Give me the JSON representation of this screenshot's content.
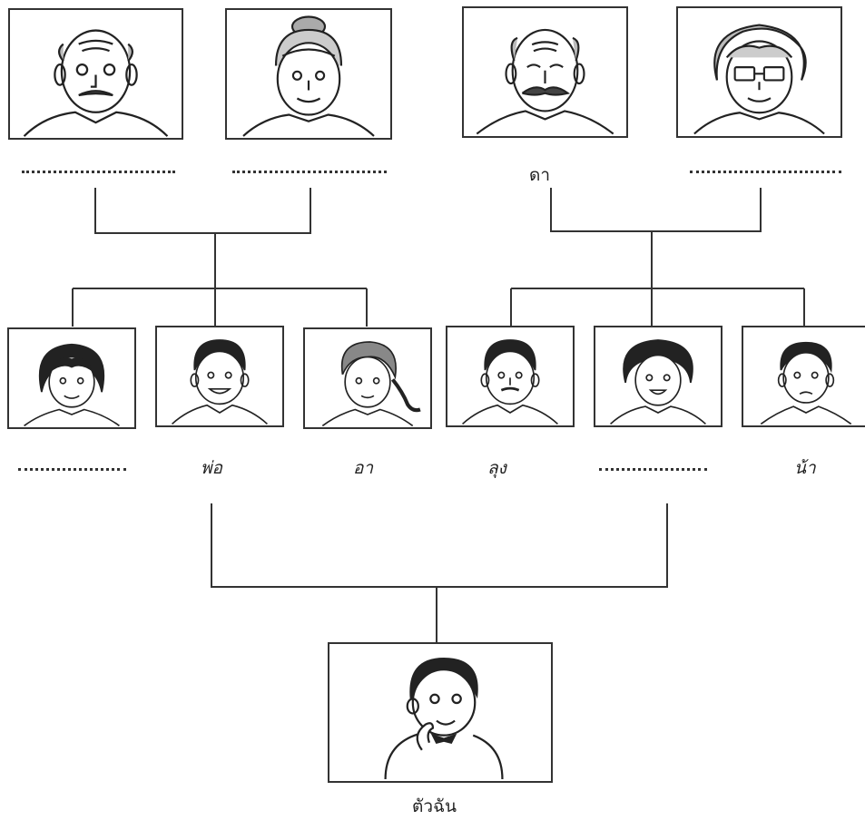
{
  "grandparents": {
    "paternal_grandfather": {
      "label": "",
      "icon": "old-man-balding"
    },
    "paternal_grandmother": {
      "label": "",
      "icon": "old-woman-bun"
    },
    "maternal_grandfather": {
      "label": "ดา",
      "icon": "old-man-mustache"
    },
    "maternal_grandmother": {
      "label": "",
      "icon": "old-woman-glasses"
    }
  },
  "parents_generation": {
    "paternal_sibling_left": {
      "label": "",
      "icon": "woman-short-hair"
    },
    "father": {
      "label": "พ่อ",
      "icon": "man-smiling"
    },
    "paternal_aunt": {
      "label": "อา",
      "icon": "girl-braid"
    },
    "maternal_uncle_elder": {
      "label": "ลุง",
      "icon": "man-mustache"
    },
    "mother": {
      "label": "",
      "icon": "woman-curly-hair"
    },
    "maternal_younger": {
      "label": "น้า",
      "icon": "boy-frowning"
    }
  },
  "self": {
    "label": "ตัวฉัน",
    "icon": "boy-thinking"
  },
  "colors": {
    "line": "#333333",
    "ink": "#222222",
    "paper": "#ffffff"
  }
}
